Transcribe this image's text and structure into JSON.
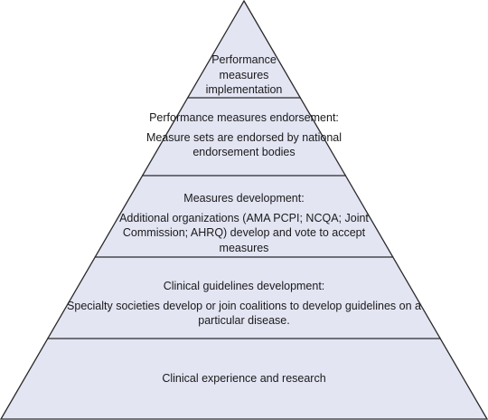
{
  "pyramid": {
    "fill_color": "#e3e5f3",
    "stroke_color": "#2a2a2a",
    "tiers": [
      {
        "heading": "Performance measures implementation",
        "detail": ""
      },
      {
        "heading": "Performance measures endorsement:",
        "detail": "Measure sets are endorsed by national endorsement bodies"
      },
      {
        "heading": "Measures development:",
        "detail": "Additional organizations (AMA PCPI; NCQA; Joint Commission; AHRQ) develop and vote to accept measures"
      },
      {
        "heading": "Clinical guidelines development:",
        "detail": "Specialty societies develop or join coalitions to develop guidelines on a particular disease."
      },
      {
        "heading": "Clinical experience and research",
        "detail": ""
      }
    ]
  }
}
